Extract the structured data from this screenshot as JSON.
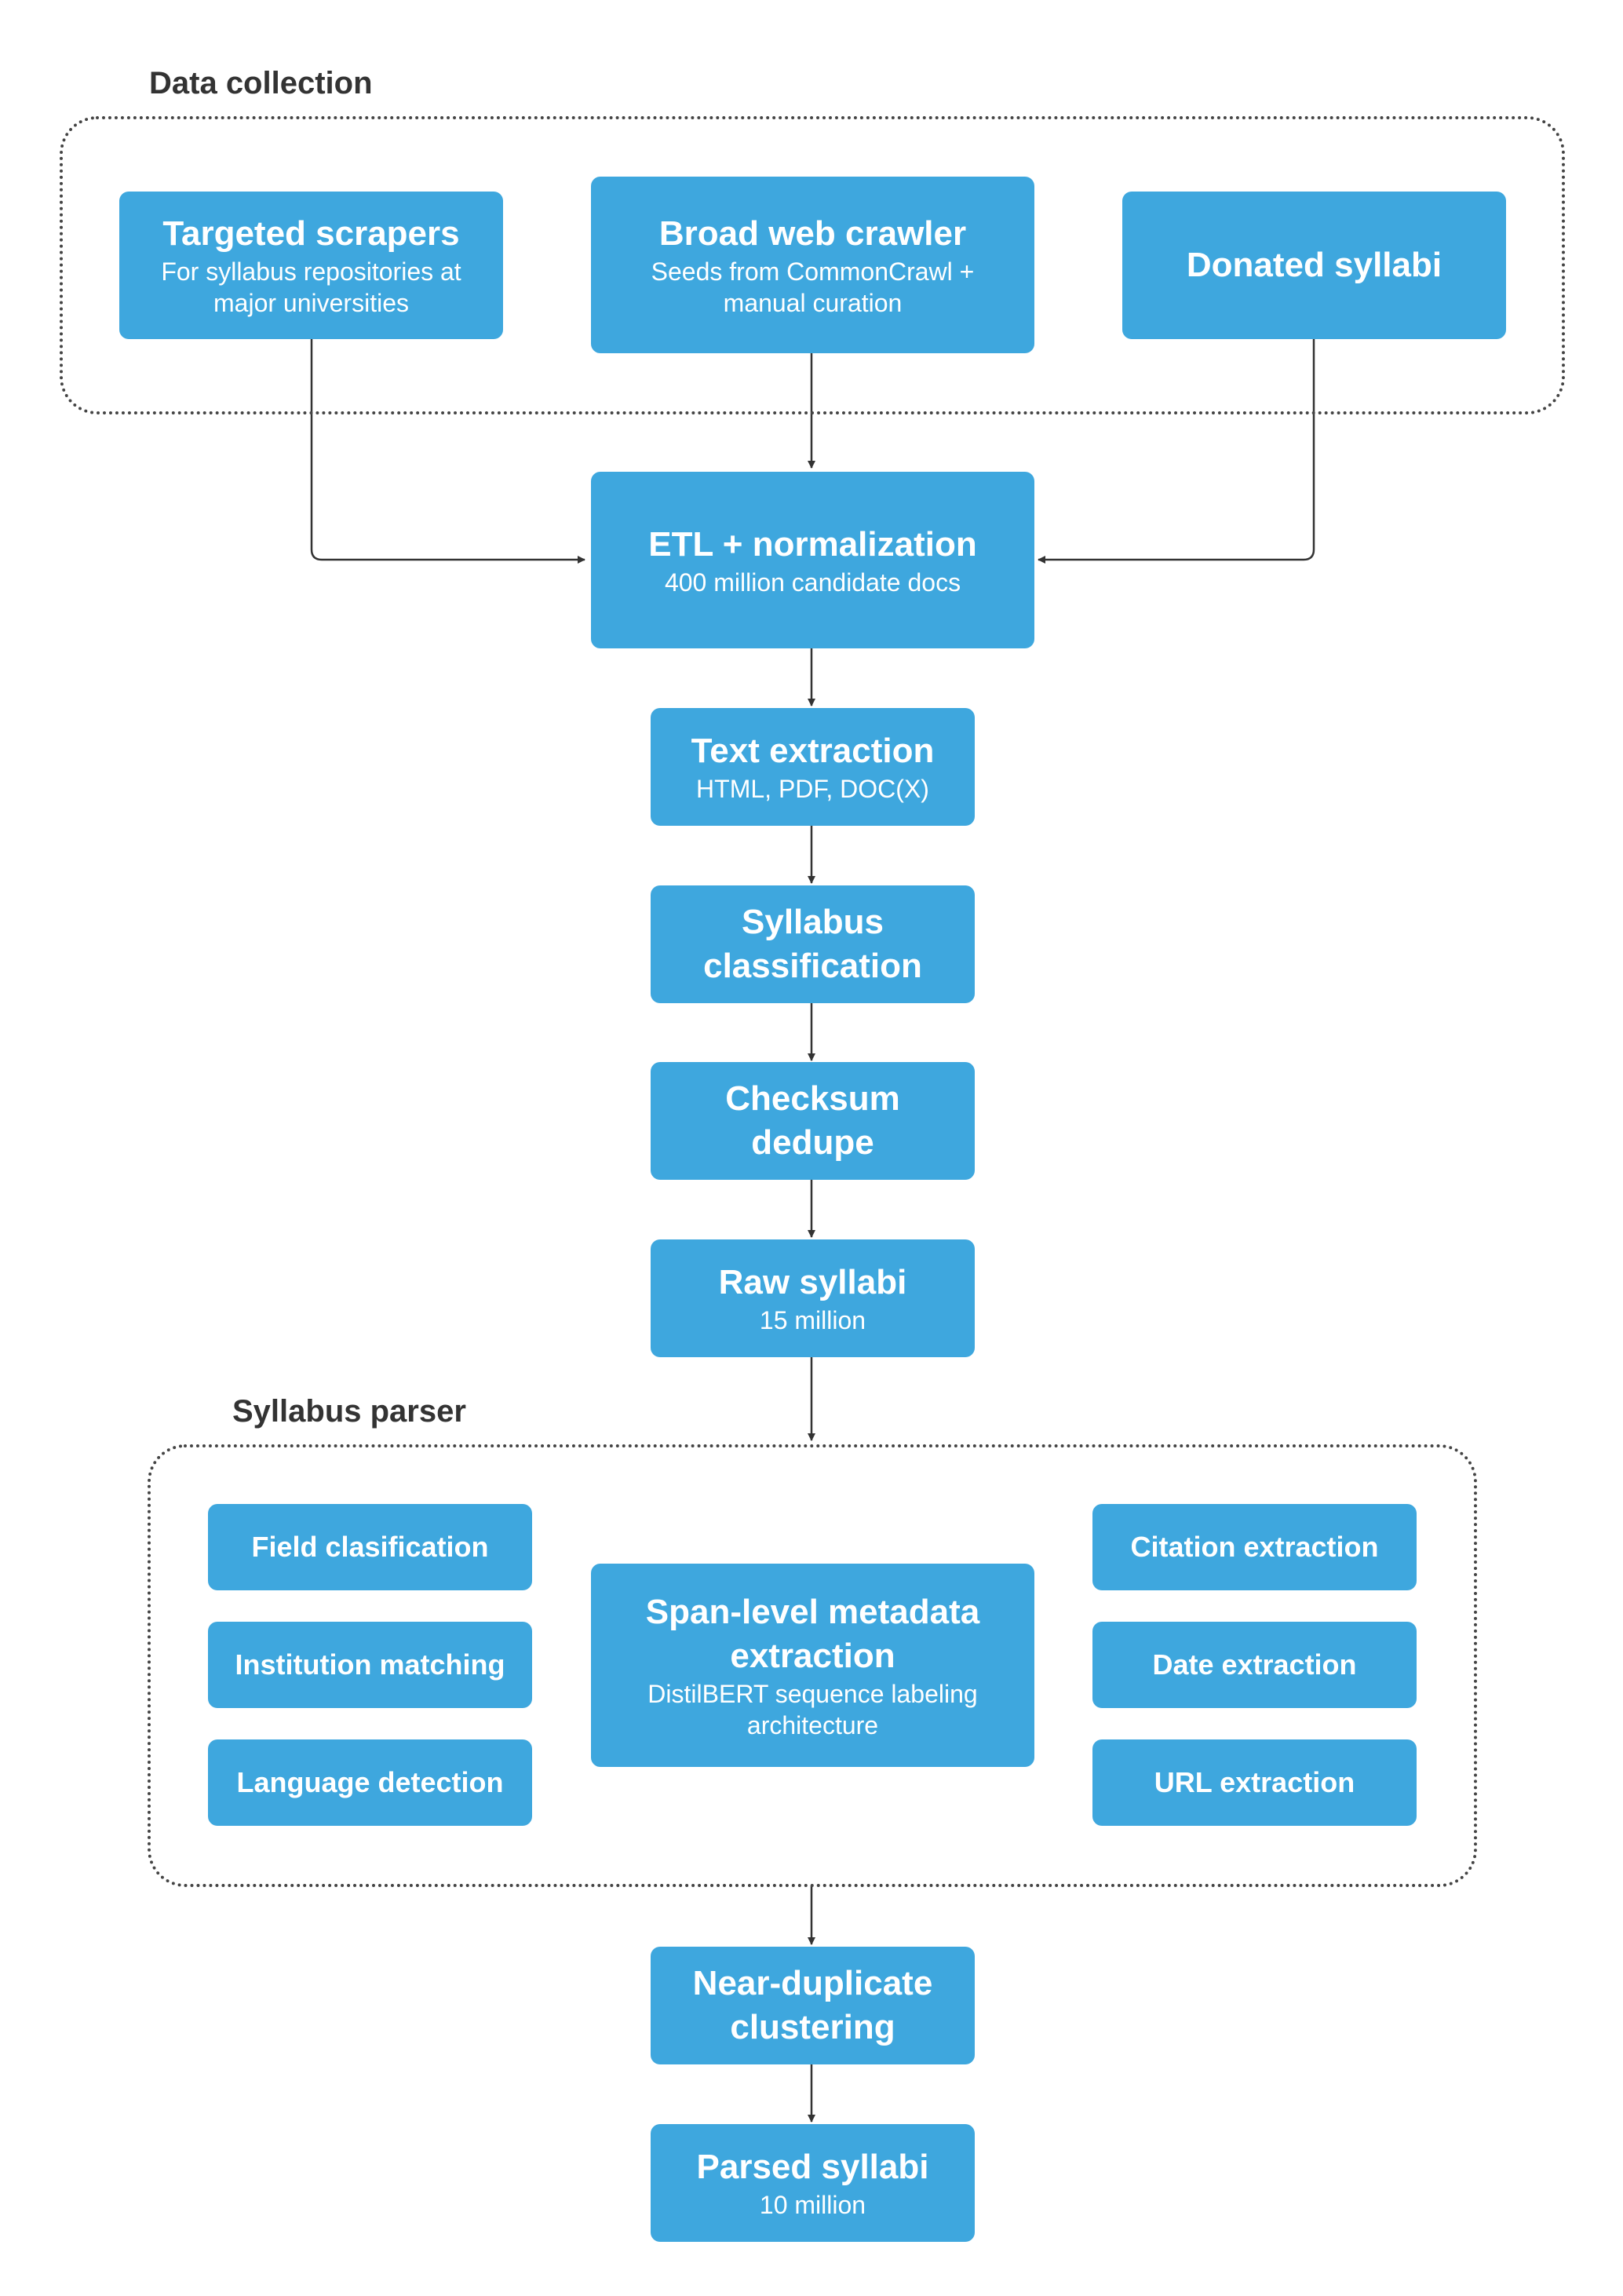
{
  "groups": {
    "data_collection": "Data collection",
    "syllabus_parser": "Syllabus parser"
  },
  "nodes": {
    "targeted_scrapers": {
      "title": "Targeted scrapers",
      "subtitle": "For syllabus repositories at major universities"
    },
    "broad_web_crawler": {
      "title": "Broad web crawler",
      "subtitle": "Seeds from CommonCrawl + manual curation"
    },
    "donated_syllabi": {
      "title": "Donated syllabi"
    },
    "etl_normalization": {
      "title": "ETL + normalization",
      "subtitle": "400 million candidate docs"
    },
    "text_extraction": {
      "title": "Text extraction",
      "subtitle": "HTML, PDF, DOC(X)"
    },
    "syllabus_classification": {
      "title": "Syllabus classification"
    },
    "checksum_dedupe": {
      "title": "Checksum dedupe"
    },
    "raw_syllabi": {
      "title": "Raw syllabi",
      "subtitle": "15 million"
    },
    "field_classification": {
      "title": "Field clasification"
    },
    "institution_matching": {
      "title": "Institution matching"
    },
    "language_detection": {
      "title": "Language detection"
    },
    "span_metadata": {
      "title": "Span-level metadata extraction",
      "subtitle": "DistilBERT sequence labeling architecture"
    },
    "citation_extraction": {
      "title": "Citation extraction"
    },
    "date_extraction": {
      "title": "Date extraction"
    },
    "url_extraction": {
      "title": "URL extraction"
    },
    "near_duplicate": {
      "title": "Near-duplicate clustering"
    },
    "parsed_syllabi": {
      "title": "Parsed syllabi",
      "subtitle": "10 million"
    }
  },
  "colors": {
    "box": "#3ea7de",
    "text": "#ffffff",
    "line": "#333333",
    "label": "#333333"
  }
}
